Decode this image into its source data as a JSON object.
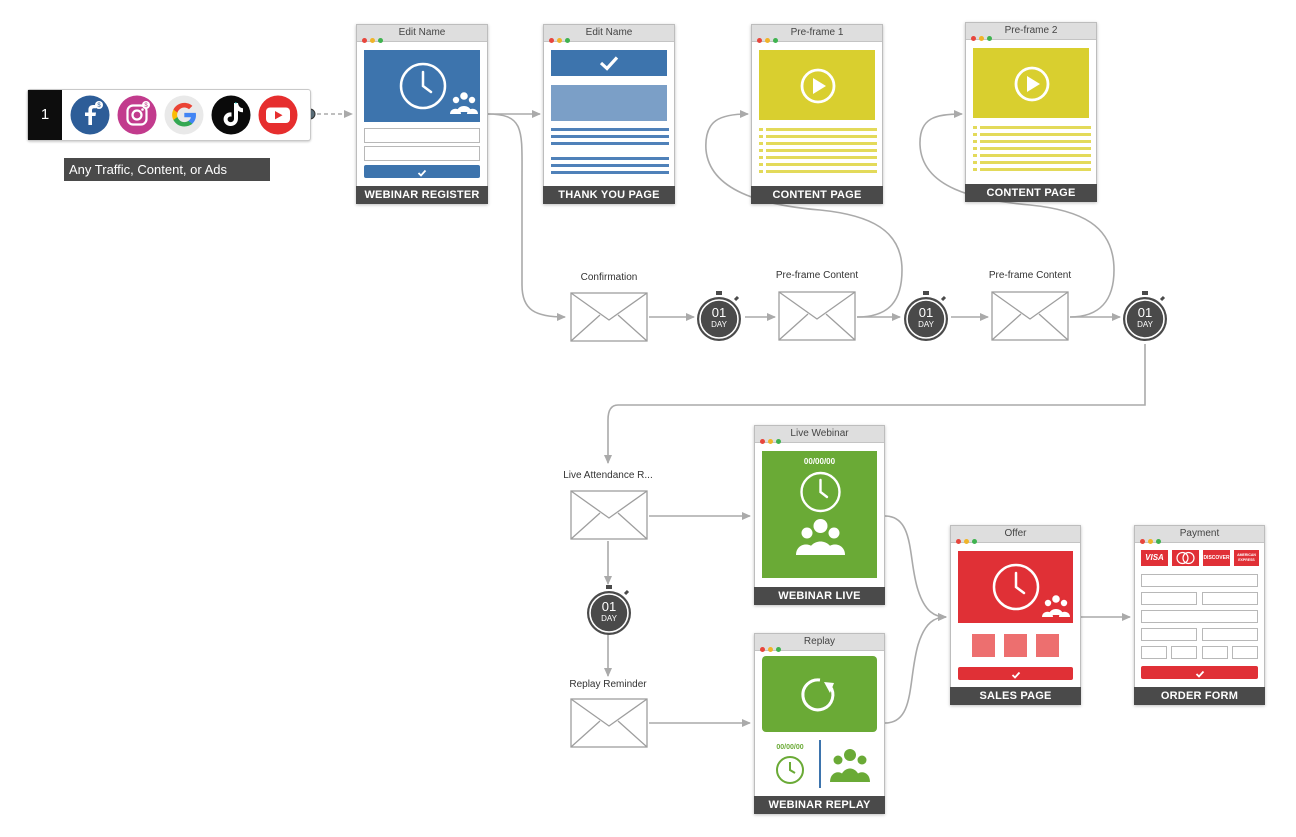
{
  "source": {
    "step_number": "1",
    "caption": "Any Traffic, Content, or Ads",
    "icons": [
      "facebook-icon",
      "instagram-icon",
      "google-icon",
      "tiktok-icon",
      "youtube-icon"
    ]
  },
  "pages": {
    "register": {
      "title": "Edit Name",
      "footer": "WEBINAR REGISTER"
    },
    "thankyou": {
      "title": "Edit Name",
      "footer": "THANK YOU PAGE"
    },
    "content1": {
      "title": "Pre-frame 1",
      "footer": "CONTENT PAGE"
    },
    "content2": {
      "title": "Pre-frame 2",
      "footer": "CONTENT PAGE"
    },
    "live": {
      "title": "Live Webinar",
      "footer": "WEBINAR LIVE",
      "time": "00/00/00"
    },
    "replay": {
      "title": "Replay",
      "footer": "WEBINAR REPLAY",
      "time": "00/00/00"
    },
    "sales": {
      "title": "Offer",
      "footer": "SALES PAGE"
    },
    "order": {
      "title": "Payment",
      "footer": "ORDER FORM",
      "cards": [
        "VISA",
        "MasterCard",
        "DISCOVER",
        "AMERICAN EXPRESS"
      ]
    }
  },
  "emails": {
    "confirmation": "Confirmation",
    "preframe1": "Pre-frame Content",
    "preframe2": "Pre-frame Content",
    "live_attendance": "Live Attendance R...",
    "replay_reminder": "Replay Reminder"
  },
  "timers": {
    "value": "01",
    "unit": "DAY"
  },
  "colors": {
    "blue": "#3d74ad",
    "yellow": "#d9cf2f",
    "green": "#6aaa36",
    "red": "#e03036",
    "dark": "#4a4a4a",
    "wire": "#aaaaaa"
  }
}
